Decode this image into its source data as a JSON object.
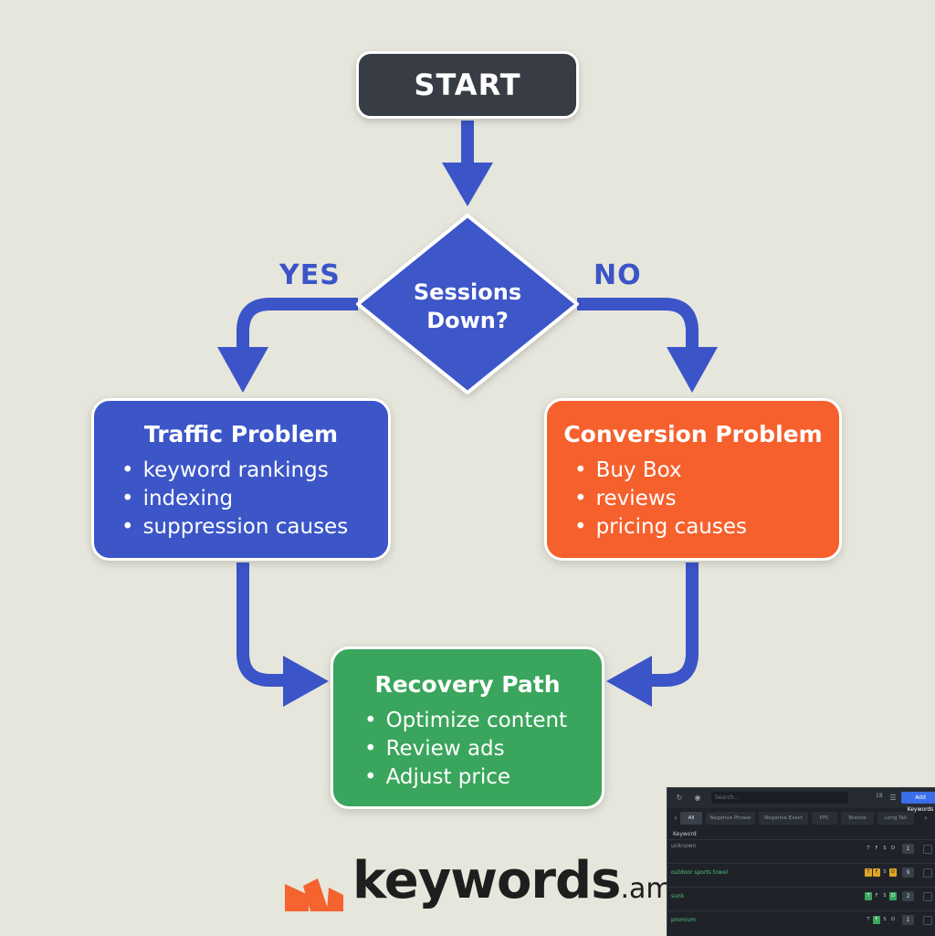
{
  "flowchart": {
    "start": "START",
    "decision": "Sessions Down?",
    "yes_label": "YES",
    "no_label": "NO",
    "traffic": {
      "title": "Traffic Problem",
      "items": [
        "keyword rankings",
        "indexing",
        "suppression causes"
      ]
    },
    "conversion": {
      "title": "Conversion Problem",
      "items": [
        "Buy Box",
        "reviews",
        "pricing causes"
      ]
    },
    "recovery": {
      "title": "Recovery Path",
      "items": [
        "Optimize content",
        "Review ads",
        "Adjust price"
      ]
    }
  },
  "brand": {
    "name": "keywords",
    "tld": ".am"
  },
  "app_preview": {
    "search_placeholder": "Search...",
    "count": "18",
    "add_button": "Add Keywords",
    "tabs": [
      "All",
      "Negative Phrase",
      "Negative Exact",
      "PPC",
      "Brands",
      "Long Tail"
    ],
    "column_header": "Keyword",
    "rows": [
      {
        "keyword": "unknown",
        "badges": [
          "T",
          "F",
          "S",
          "D"
        ],
        "count": "1"
      },
      {
        "keyword": "outdoor sports towel",
        "badges": [
          "T",
          "F",
          "S",
          "D"
        ],
        "count": "9"
      },
      {
        "keyword": "sunk",
        "badges": [
          "T",
          "F",
          "S",
          "D"
        ],
        "count": "2"
      },
      {
        "keyword": "premium",
        "badges": [
          "T",
          "F",
          "S",
          "D"
        ],
        "count": "1"
      }
    ]
  },
  "colors": {
    "background": "#e6e6dc",
    "start": "#383d45",
    "decision": "#3c56c8",
    "traffic": "#3c56c8",
    "conversion": "#f6602d",
    "recovery": "#3aa55c",
    "arrow": "#3b55c8",
    "logo_accent": "#f5632e"
  }
}
